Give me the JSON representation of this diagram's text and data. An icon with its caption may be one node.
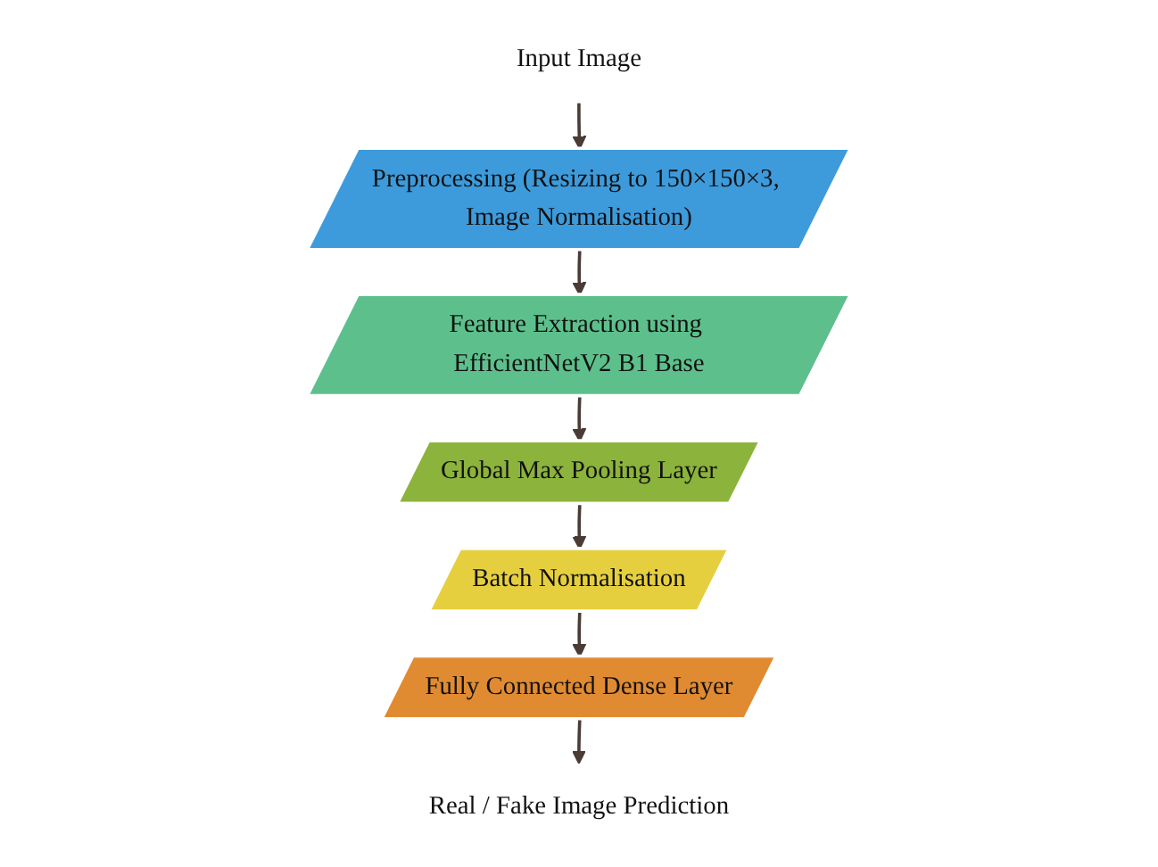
{
  "diagram": {
    "nodes": [
      {
        "text": [
          "Input Image"
        ]
      },
      {
        "text": [
          "Preprocessing (Resizing to 150×150×3, Image Normalisation)"
        ]
      },
      {
        "text": [
          "Feature Extraction using EfficientNetV2 B1 Base"
        ]
      },
      {
        "text": [
          "Global Max Pooling Layer"
        ]
      },
      {
        "text": [
          "Batch Normalisation"
        ]
      },
      {
        "text": [
          "Fully Connected Dense Layer"
        ]
      },
      {
        "text": [
          "Real / Fake Image Prediction"
        ]
      }
    ],
    "edges": [
      {
        "from": 0,
        "to": 1,
        "arrow": "to"
      },
      {
        "from": 1,
        "to": 2,
        "arrow": "to"
      },
      {
        "from": 2,
        "to": 3,
        "arrow": "to"
      },
      {
        "from": 3,
        "to": 4,
        "arrow": "to"
      },
      {
        "from": 4,
        "to": 5,
        "arrow": "to"
      },
      {
        "from": 5,
        "to": 6,
        "arrow": "to"
      }
    ]
  }
}
